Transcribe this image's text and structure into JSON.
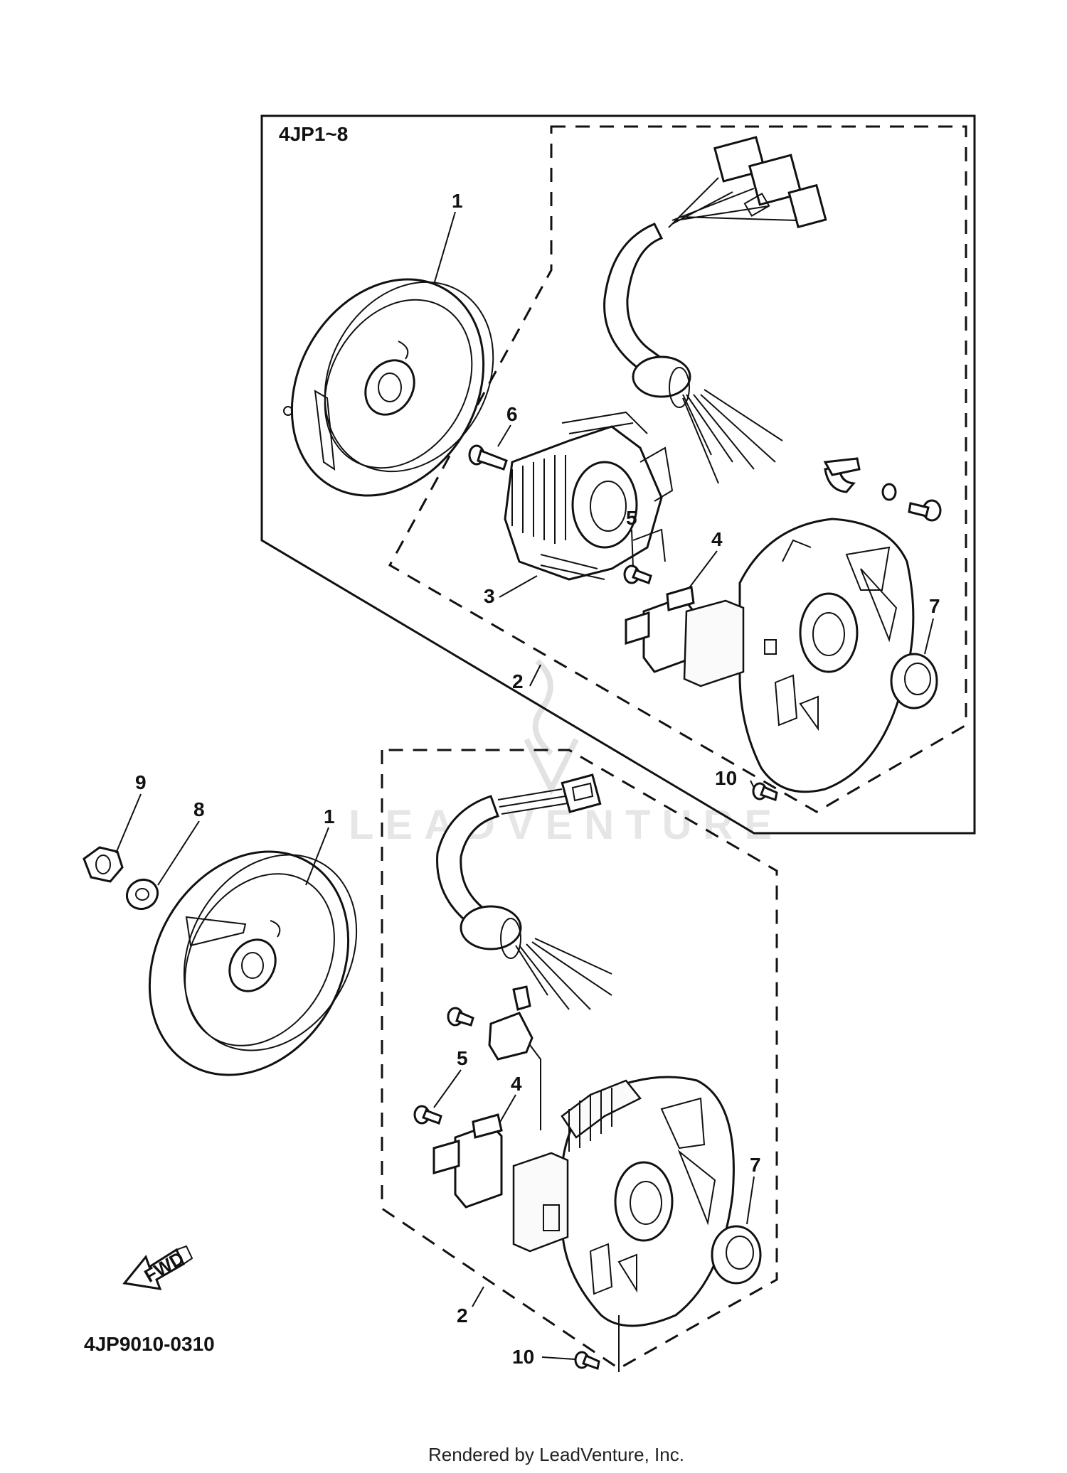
{
  "model_range": "4JP1~8",
  "diagram_code": "4JP9010-0310",
  "watermark": "LEADVENTURE",
  "footer": "Rendered by LeadVenture, Inc.",
  "fwd_arrow": "FWD",
  "callouts_upper": {
    "flywheel": "1",
    "stator_assembly": "2",
    "stator_coil": "3",
    "pickup_coil": "4",
    "pickup_screw": "5",
    "stator_screw": "6",
    "oil_seal": "7",
    "base_screw": "10"
  },
  "callouts_lower": {
    "nut": "9",
    "washer": "8",
    "flywheel": "1",
    "pickup_screw": "5",
    "pickup_coil": "4",
    "oil_seal": "7",
    "stator_assembly": "2",
    "base_screw": "10"
  }
}
